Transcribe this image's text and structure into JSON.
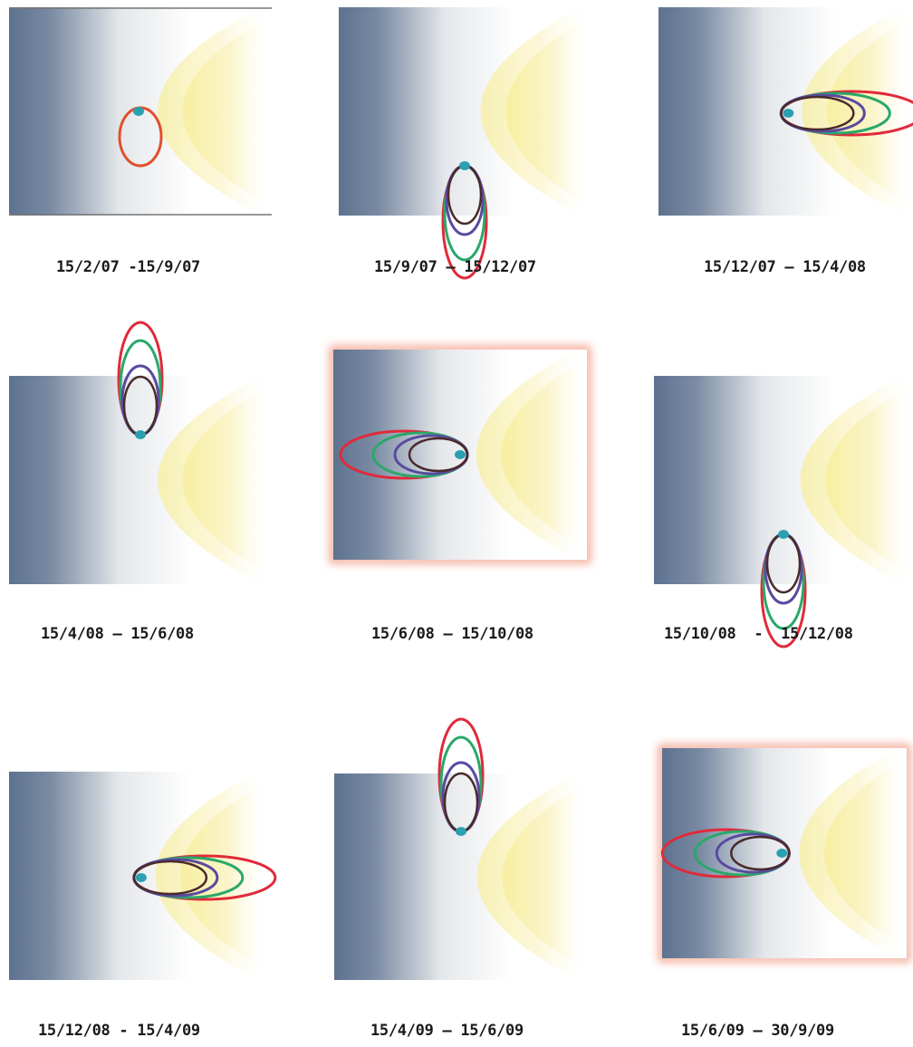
{
  "panels": [
    {
      "caption": "15/2/07 -15/9/07",
      "highlighted": false,
      "orbit": "pre-insertion"
    },
    {
      "caption": "15/9/07 – 15/12/07",
      "highlighted": false,
      "orbit": "up"
    },
    {
      "caption": "15/12/07 – 15/4/08",
      "highlighted": false,
      "orbit": "right"
    },
    {
      "caption": "15/4/08 – 15/6/08",
      "highlighted": false,
      "orbit": "down"
    },
    {
      "caption": "15/6/08 – 15/10/08",
      "highlighted": true,
      "orbit": "left"
    },
    {
      "caption": "15/10/08  -  15/12/08",
      "highlighted": false,
      "orbit": "up"
    },
    {
      "caption": "15/12/08 - 15/4/09",
      "highlighted": false,
      "orbit": "right"
    },
    {
      "caption": "15/4/09 – 15/6/09",
      "highlighted": false,
      "orbit": "down"
    },
    {
      "caption": "15/6/09 – 30/9/09",
      "highlighted": true,
      "orbit": "left"
    }
  ],
  "colors": {
    "dark_blue": "#5d7290",
    "mid_blue": "#a9b5c5",
    "pale_yellow": "#faf3c4",
    "yellow": "#f7ee9c",
    "orbit_red": "#e02a3a",
    "orbit_green": "#2aa86a",
    "orbit_purple": "#5a4aa0",
    "orbit_brown": "#4a2a2a",
    "planet_teal": "#2aa0b0",
    "highlight_glow": "#f2a08a"
  }
}
